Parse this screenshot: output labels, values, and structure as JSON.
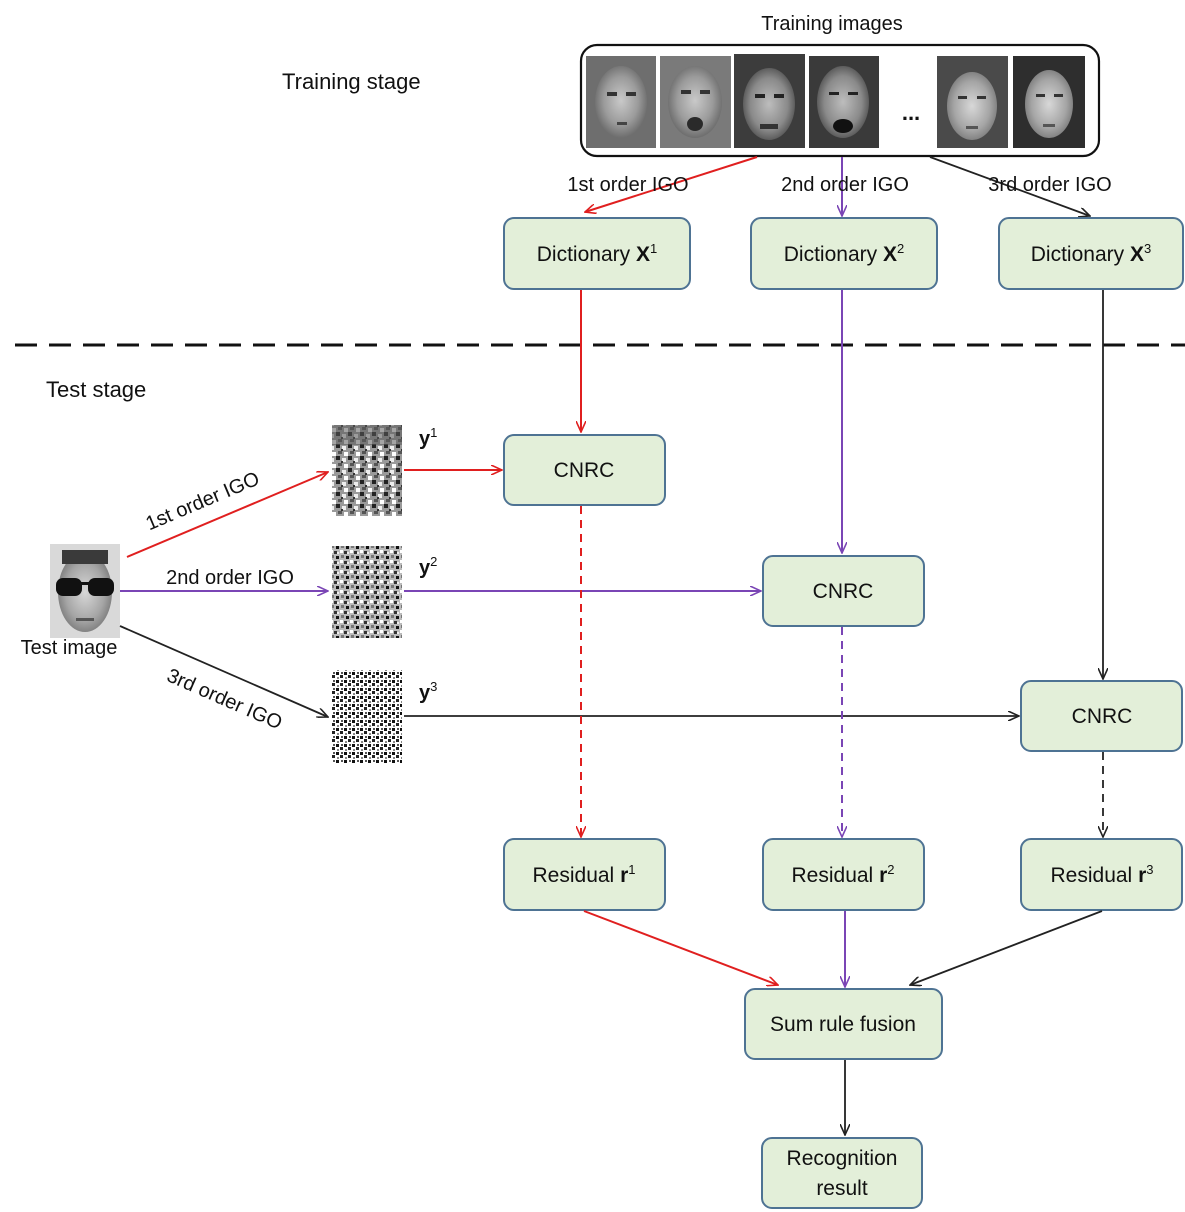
{
  "labels": {
    "training_stage": "Training stage",
    "training_images": "Training images",
    "ellipsis": "...",
    "test_stage": "Test stage",
    "test_image": "Test image",
    "igo1": "1st order IGO",
    "igo2": "2nd order IGO",
    "igo3": "3rd order IGO"
  },
  "dictionaries": [
    {
      "text": "Dictionary ",
      "sym": "X",
      "sup": "1"
    },
    {
      "text": "Dictionary ",
      "sym": "X",
      "sup": "2"
    },
    {
      "text": "Dictionary ",
      "sym": "X",
      "sup": "3"
    }
  ],
  "features": [
    {
      "sym": "y",
      "sup": "1"
    },
    {
      "sym": "y",
      "sup": "2"
    },
    {
      "sym": "y",
      "sup": "3"
    }
  ],
  "cnrc": [
    "CNRC",
    "CNRC",
    "CNRC"
  ],
  "residuals": [
    {
      "text": "Residual ",
      "sym": "r",
      "sup": "1"
    },
    {
      "text": "Residual ",
      "sym": "r",
      "sup": "2"
    },
    {
      "text": "Residual ",
      "sym": "r",
      "sup": "3"
    }
  ],
  "fusion": "Sum rule fusion",
  "result_line1": "Recognition",
  "result_line2": "result",
  "colors": {
    "branch1": "#e01f1f",
    "branch2": "#7a45b5",
    "branch3": "#222222",
    "box_fill": "#e3efd9",
    "box_stroke": "#4e7393"
  }
}
